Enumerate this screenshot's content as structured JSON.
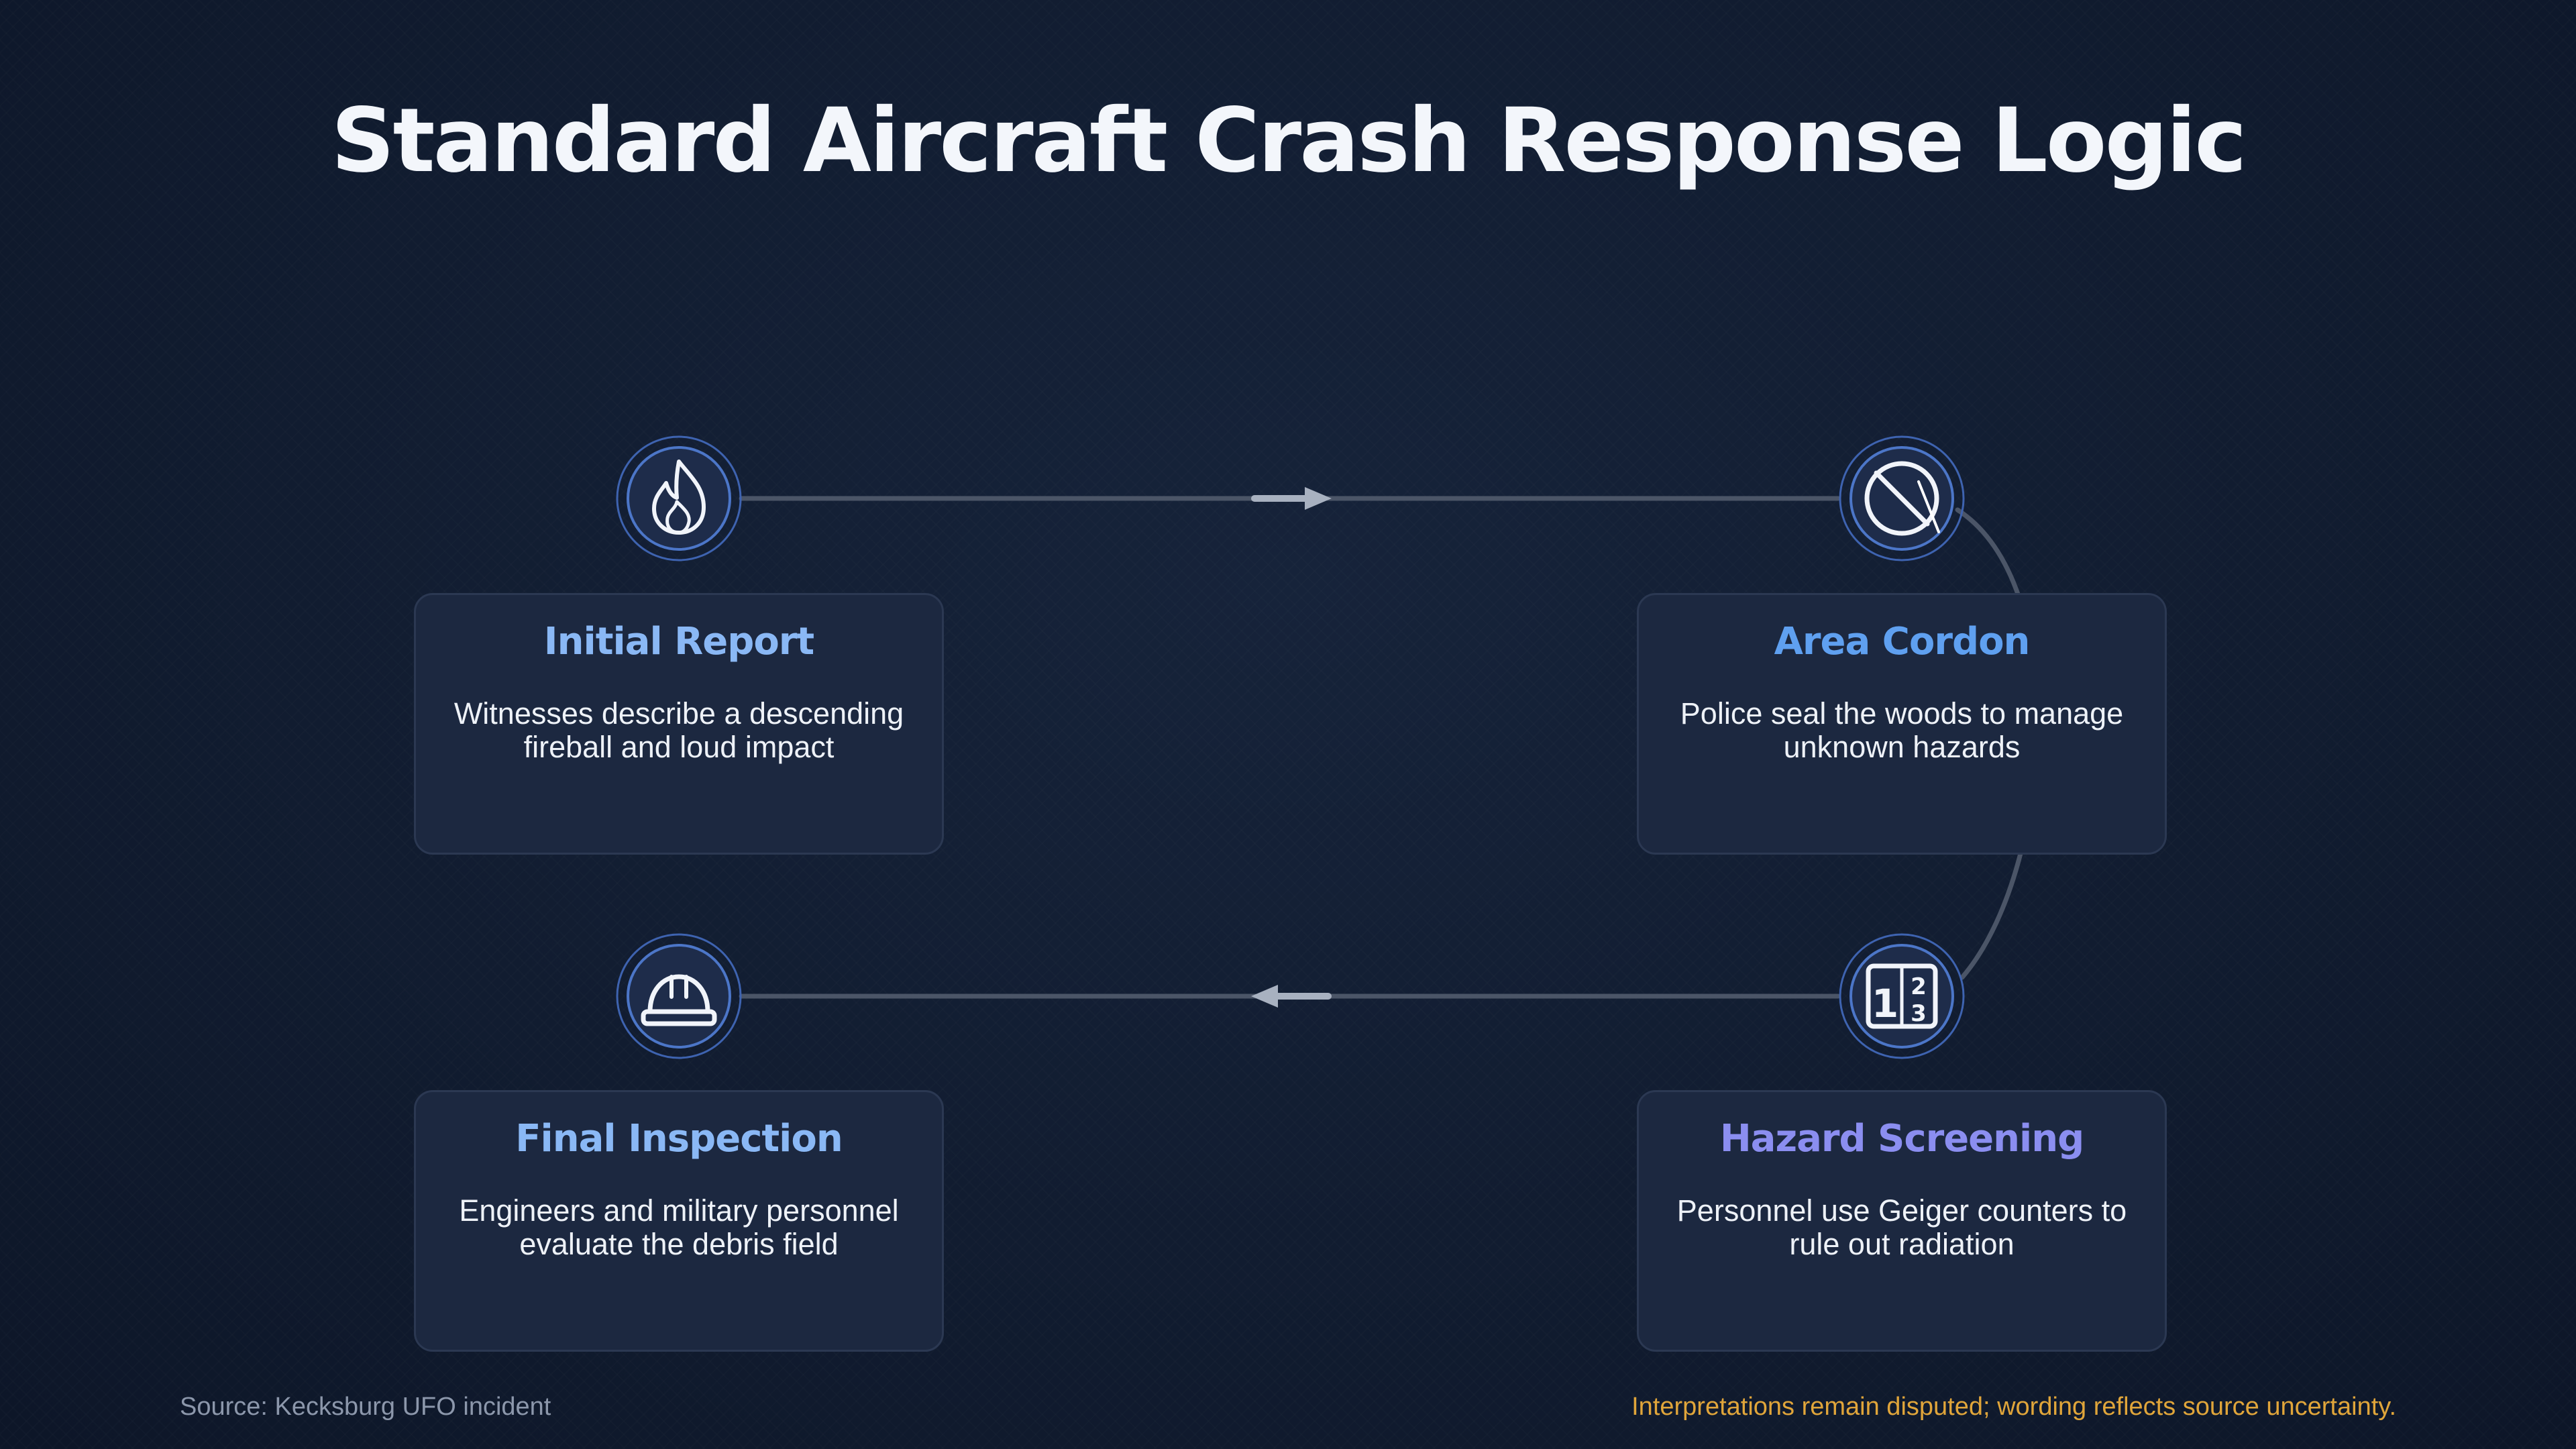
{
  "title": "Standard Aircraft Crash Response Logic",
  "colors": {
    "background": "#0f1a2e",
    "card": "#1c2840",
    "title_blue_light": "#8ab8f5",
    "title_blue": "#5fa0f0",
    "title_violet": "#8b8ef0",
    "connector": "#4b5567",
    "arrow": "#a8b1c0",
    "footer_note": "#e0a53a"
  },
  "steps": [
    {
      "title": "Initial Report",
      "description": "Witnesses describe a descending fireball and loud impact",
      "icon": "flame-icon"
    },
    {
      "title": "Area Cordon",
      "description": "Police seal the woods to manage unknown hazards",
      "icon": "prohibited-icon"
    },
    {
      "title": "Hazard Screening",
      "description": "Personnel use Geiger counters to rule out radiation",
      "icon": "numbers-icon"
    },
    {
      "title": "Final Inspection",
      "description": "Engineers and military personnel evaluate the debris field",
      "icon": "hard-hat-icon"
    }
  ],
  "footer": {
    "source": "Source: Kecksburg UFO incident",
    "note": "Interpretations remain disputed; wording reflects source uncertainty."
  }
}
